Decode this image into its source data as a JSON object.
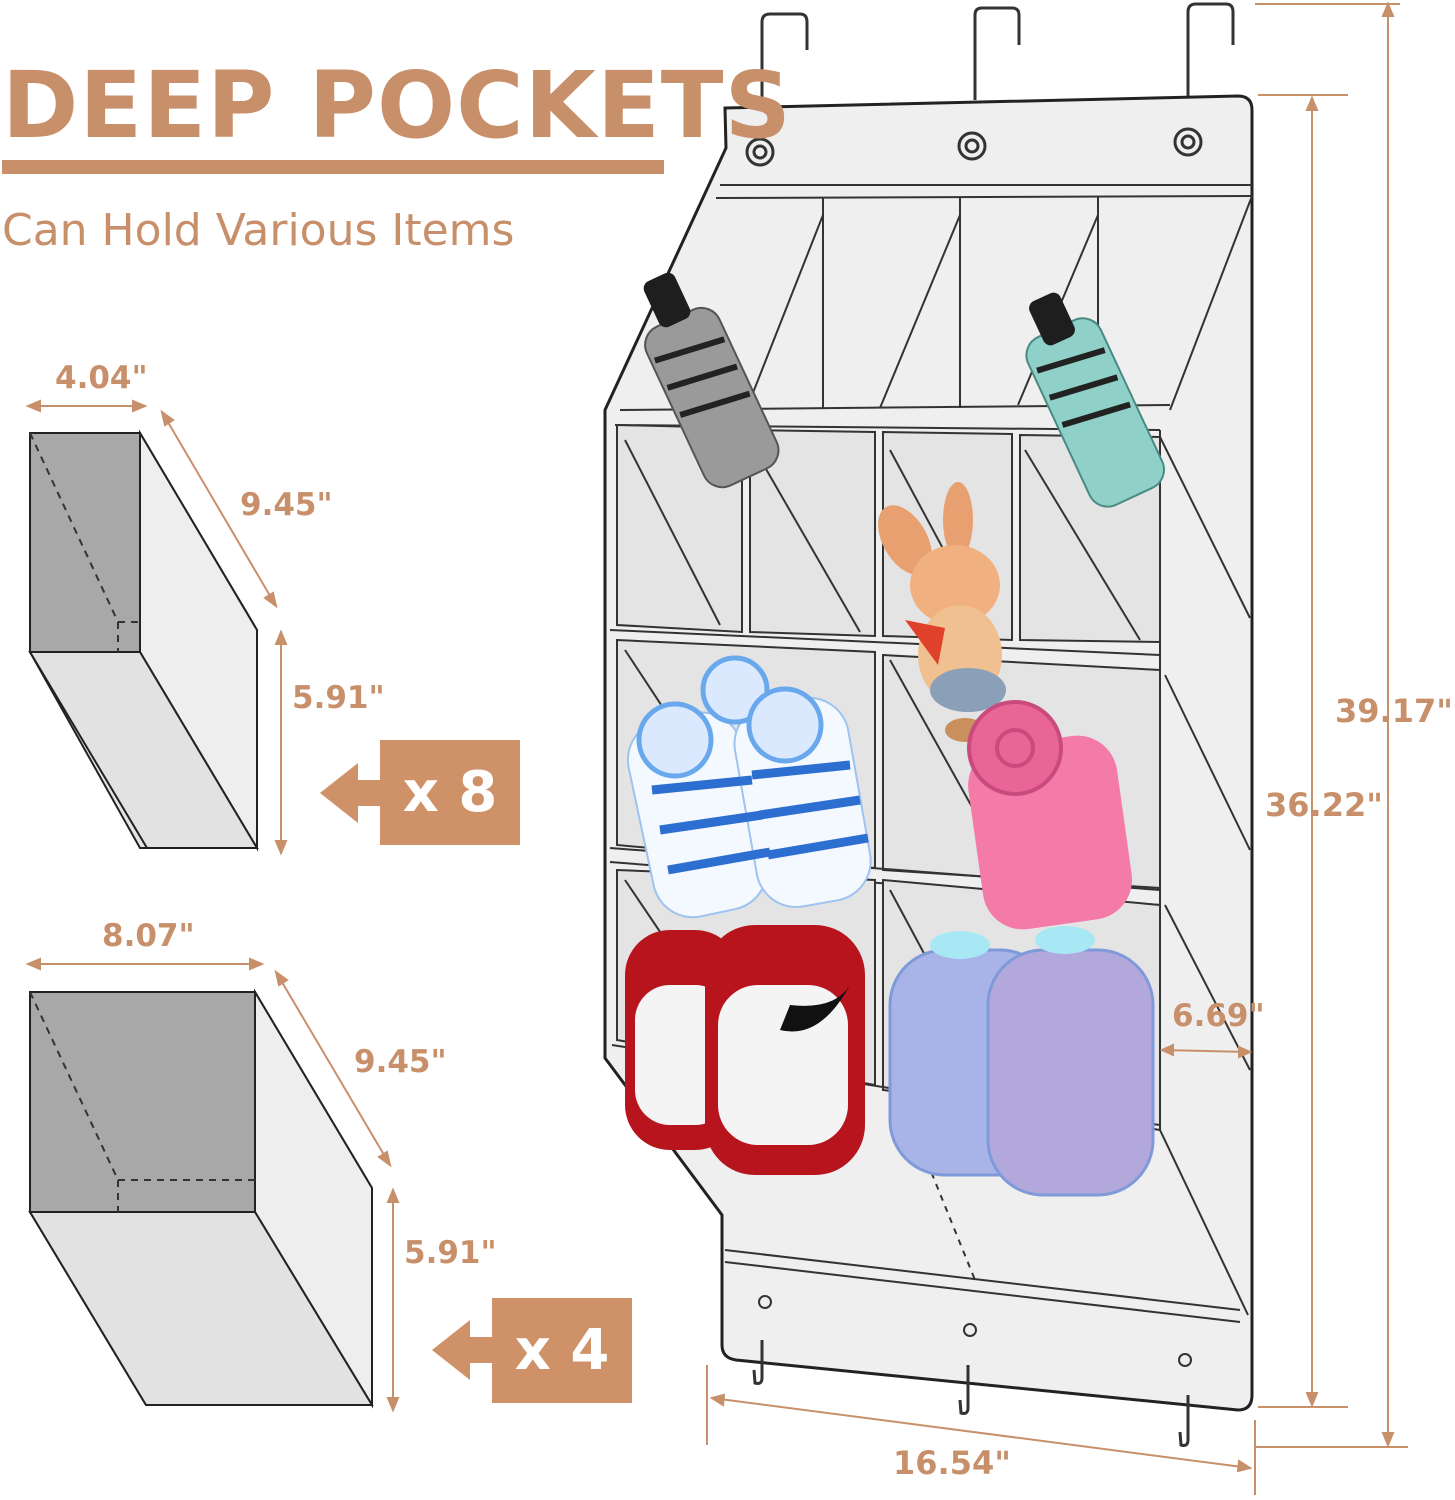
{
  "headline": "DEEP POCKETS",
  "subheadline": "Can Hold Various Items",
  "small_pocket": {
    "width": "4.04\"",
    "depth": "9.45\"",
    "height": "5.91\"",
    "quantity": "x 8"
  },
  "large_pocket": {
    "width": "8.07\"",
    "depth": "9.45\"",
    "height": "5.91\"",
    "quantity": "x 4"
  },
  "organizer": {
    "total_height": "39.17\"",
    "body_height": "36.22\"",
    "width": "16.54\"",
    "pocket_depth": "6.69\""
  },
  "colors": {
    "accent": "#c8906a",
    "badge": "#cf9268",
    "panel": "#ececec",
    "outline": "#2a2a2a"
  },
  "icons": [
    "arrow-left-icon",
    "over-door-hook-icon",
    "grommet-icon"
  ]
}
